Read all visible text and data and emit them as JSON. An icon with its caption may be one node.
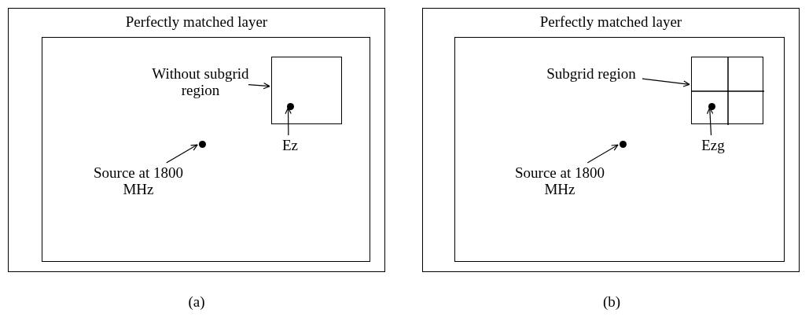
{
  "diagram": {
    "nodes": [
      {
        "text": [
          "Perfectly matched layer"
        ]
      },
      {
        "text": [],
        "shape": "box",
        "in": 0
      },
      {
        "text": [
          "Without subgrid region"
        ],
        "in": 1
      },
      {
        "text": [],
        "shape": "box",
        "in": 1
      },
      {
        "text": [],
        "shape": "circle",
        "in": 3
      },
      {
        "text": [
          "Ez"
        ],
        "in": 1
      },
      {
        "text": [],
        "shape": "circle",
        "in": 1
      },
      {
        "text": [
          "Source at 1800 MHz"
        ],
        "in": 1
      },
      {
        "text": [
          "Perfectly matched layer"
        ]
      },
      {
        "text": [],
        "shape": "box",
        "in": 8
      },
      {
        "text": [
          "Subgrid region"
        ],
        "in": 9
      },
      {
        "text": [],
        "shape": "grid",
        "in": 9
      },
      {
        "text": [],
        "shape": "circle",
        "in": 11
      },
      {
        "text": [
          "Ezg"
        ],
        "in": 9
      },
      {
        "text": [],
        "shape": "circle",
        "in": 9
      },
      {
        "text": [
          "Source at 1800 MHz"
        ],
        "in": 9
      }
    ],
    "edges": [
      {
        "from": 2,
        "to": 3,
        "arrow": "to"
      },
      {
        "from": 5,
        "to": 4,
        "arrow": "to"
      },
      {
        "from": 7,
        "to": 6,
        "arrow": "to"
      },
      {
        "from": 10,
        "to": 11,
        "arrow": "to"
      },
      {
        "from": 13,
        "to": 12,
        "arrow": "to"
      },
      {
        "from": 15,
        "to": 14,
        "arrow": "to"
      }
    ],
    "labels": [
      "(a)",
      "(b)"
    ]
  }
}
